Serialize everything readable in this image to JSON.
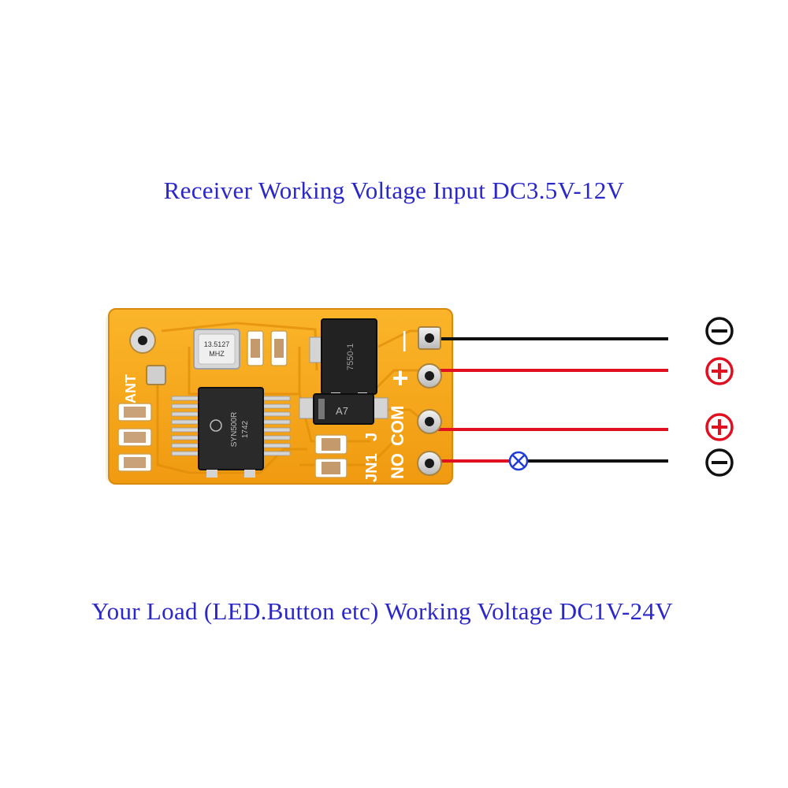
{
  "captions": {
    "top": "Receiver Working Voltage Input DC3.5V-12V",
    "bottom": "Your Load (LED.Button etc) Working Voltage DC1V-24V"
  },
  "board": {
    "silkscreen_ant": "ANT",
    "silkscreen_jn1": "JN1",
    "silkscreen_j": "J",
    "silkscreen_no": "NO",
    "silkscreen_com": "COM",
    "silkscreen_plus": "+",
    "silkscreen_minus": "—",
    "crystal_line1": "13.5127",
    "crystal_line2": "MHZ",
    "chip_line1": "SYN500R",
    "chip_line2": "1742",
    "diode_label": "A7",
    "regulator_label": "7550-1"
  },
  "terminals": [
    {
      "id": "input-negative",
      "symbol": "−",
      "color": "#111111"
    },
    {
      "id": "input-positive",
      "symbol": "+",
      "color": "#e01020"
    },
    {
      "id": "load-positive",
      "symbol": "+",
      "color": "#e01020"
    },
    {
      "id": "load-negative",
      "symbol": "−",
      "color": "#111111"
    }
  ],
  "colors": {
    "caption": "#2b27c9",
    "pcb": "#f7a516",
    "wire_red": "#e01020",
    "wire_black": "#111111",
    "load_symbol": "#1f3cd6"
  }
}
